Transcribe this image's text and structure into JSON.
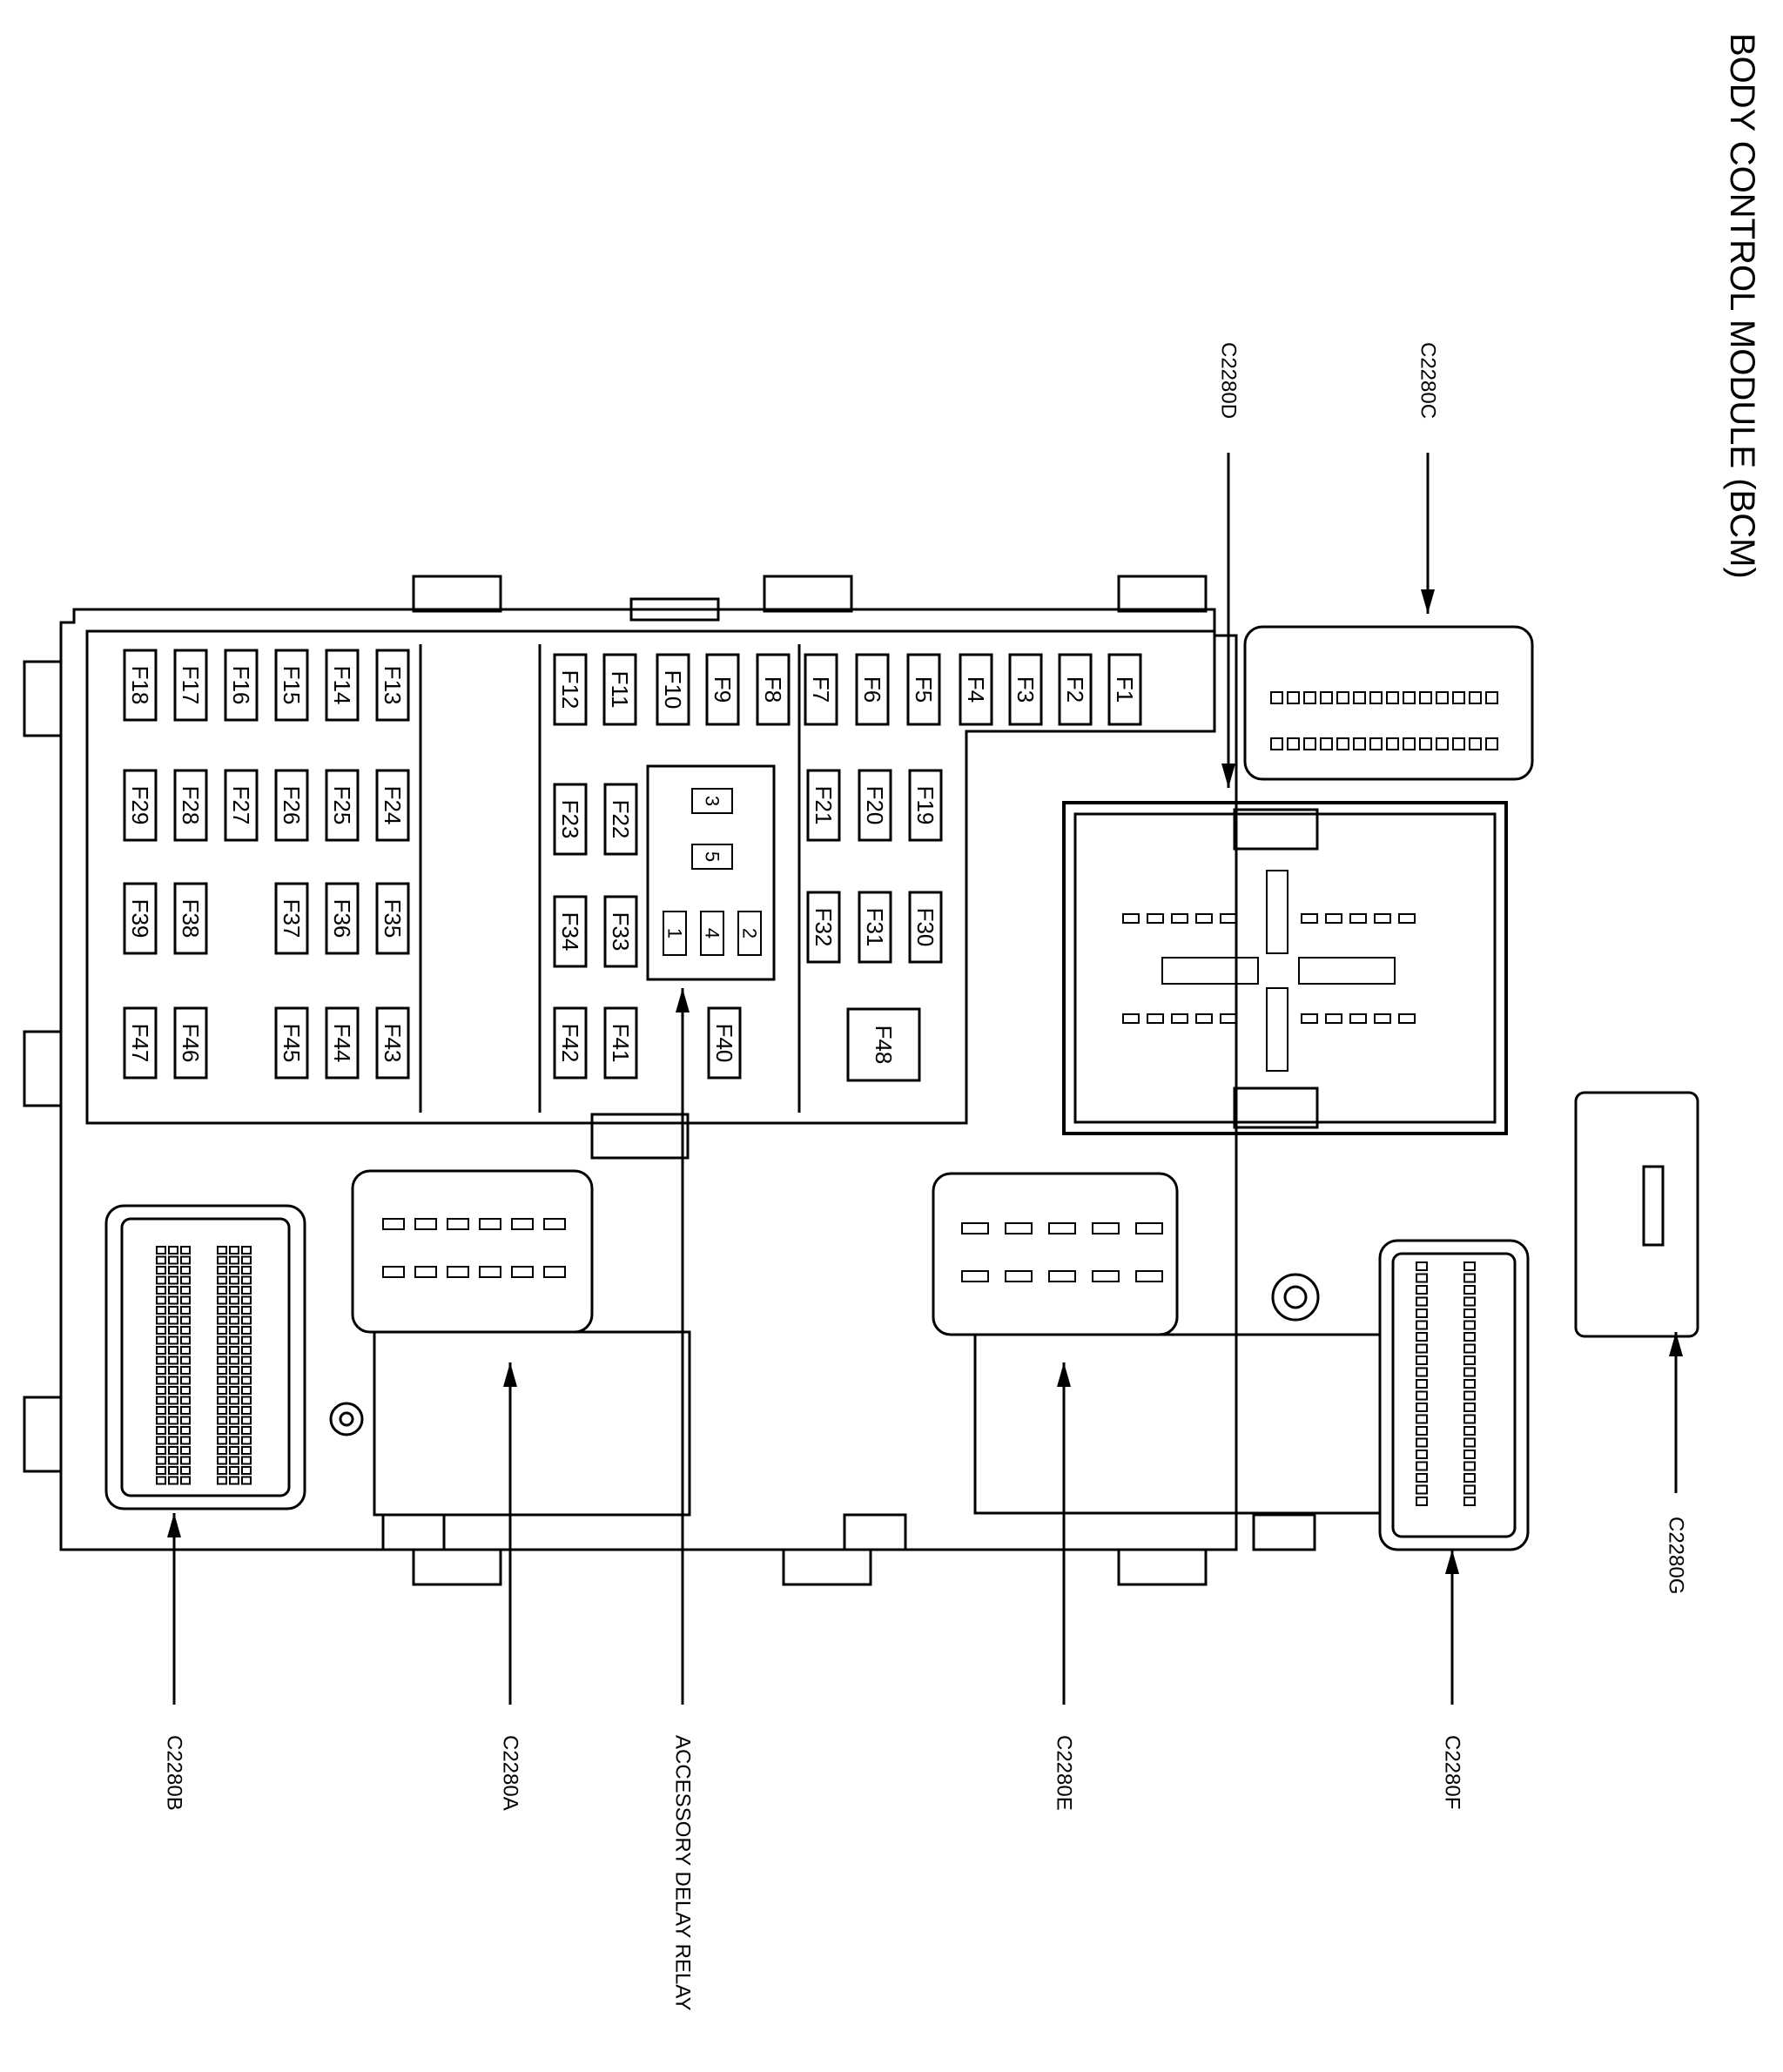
{
  "title": "BODY CONTROL MODULE (BCM)",
  "fuses": [
    {
      "id": "f1",
      "label": "F1"
    },
    {
      "id": "f2",
      "label": "F2"
    },
    {
      "id": "f3",
      "label": "F3"
    },
    {
      "id": "f4",
      "label": "F4"
    },
    {
      "id": "f5",
      "label": "F5"
    },
    {
      "id": "f6",
      "label": "F6"
    },
    {
      "id": "f7",
      "label": "F7"
    },
    {
      "id": "f8",
      "label": "F8"
    },
    {
      "id": "f9",
      "label": "F9"
    },
    {
      "id": "f10",
      "label": "F10"
    },
    {
      "id": "f11",
      "label": "F11"
    },
    {
      "id": "f12",
      "label": "F12"
    },
    {
      "id": "f13",
      "label": "F13"
    },
    {
      "id": "f14",
      "label": "F14"
    },
    {
      "id": "f15",
      "label": "F15"
    },
    {
      "id": "f16",
      "label": "F16"
    },
    {
      "id": "f17",
      "label": "F17"
    },
    {
      "id": "f18",
      "label": "F18"
    },
    {
      "id": "f19",
      "label": "F19"
    },
    {
      "id": "f20",
      "label": "F20"
    },
    {
      "id": "f21",
      "label": "F21"
    },
    {
      "id": "f22",
      "label": "F22"
    },
    {
      "id": "f23",
      "label": "F23"
    },
    {
      "id": "f24",
      "label": "F24"
    },
    {
      "id": "f25",
      "label": "F25"
    },
    {
      "id": "f26",
      "label": "F26"
    },
    {
      "id": "f27",
      "label": "F27"
    },
    {
      "id": "f28",
      "label": "F28"
    },
    {
      "id": "f29",
      "label": "F29"
    },
    {
      "id": "f30",
      "label": "F30"
    },
    {
      "id": "f31",
      "label": "F31"
    },
    {
      "id": "f32",
      "label": "F32"
    },
    {
      "id": "f33",
      "label": "F33"
    },
    {
      "id": "f34",
      "label": "F34"
    },
    {
      "id": "f35",
      "label": "F35"
    },
    {
      "id": "f36",
      "label": "F36"
    },
    {
      "id": "f37",
      "label": "F37"
    },
    {
      "id": "f38",
      "label": "F38"
    },
    {
      "id": "f39",
      "label": "F39"
    },
    {
      "id": "f40",
      "label": "F40"
    },
    {
      "id": "f41",
      "label": "F41"
    },
    {
      "id": "f42",
      "label": "F42"
    },
    {
      "id": "f43",
      "label": "F43"
    },
    {
      "id": "f44",
      "label": "F44"
    },
    {
      "id": "f45",
      "label": "F45"
    },
    {
      "id": "f46",
      "label": "F46"
    },
    {
      "id": "f47",
      "label": "F47"
    },
    {
      "id": "f48",
      "label": "F48"
    }
  ],
  "relay": {
    "name": "ACCESSORY DELAY RELAY",
    "pins": [
      "3",
      "5",
      "1",
      "4",
      "2"
    ]
  },
  "connectors": {
    "c2280a": "C2280A",
    "c2280b": "C2280B",
    "c2280c": "C2280C",
    "c2280d": "C2280D",
    "c2280e": "C2280E",
    "c2280f": "C2280F",
    "c2280g": "C2280G"
  }
}
